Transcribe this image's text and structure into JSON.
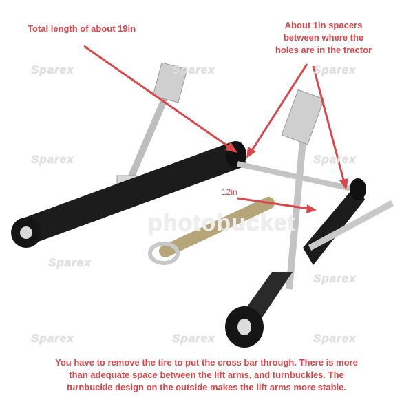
{
  "annotations": {
    "total_length": "Total length of about 19in",
    "spacers": [
      "About 1in spacers",
      "between where the",
      "holes are in the tractor"
    ],
    "cross_bar_length": "12in",
    "caption": [
      "You have to remove the tire to put the cross bar through.  There is more",
      "than adequate space between the lift arms, and turnbuckles.  The",
      "turnbuckle design on the outside makes the lift arms more stable."
    ]
  },
  "watermarks": {
    "brand": "Sparex",
    "host": "photobucket"
  },
  "colors": {
    "annotation": "#d9474a",
    "arm": "#1c1c1c",
    "steel": "#c8c8c8"
  }
}
